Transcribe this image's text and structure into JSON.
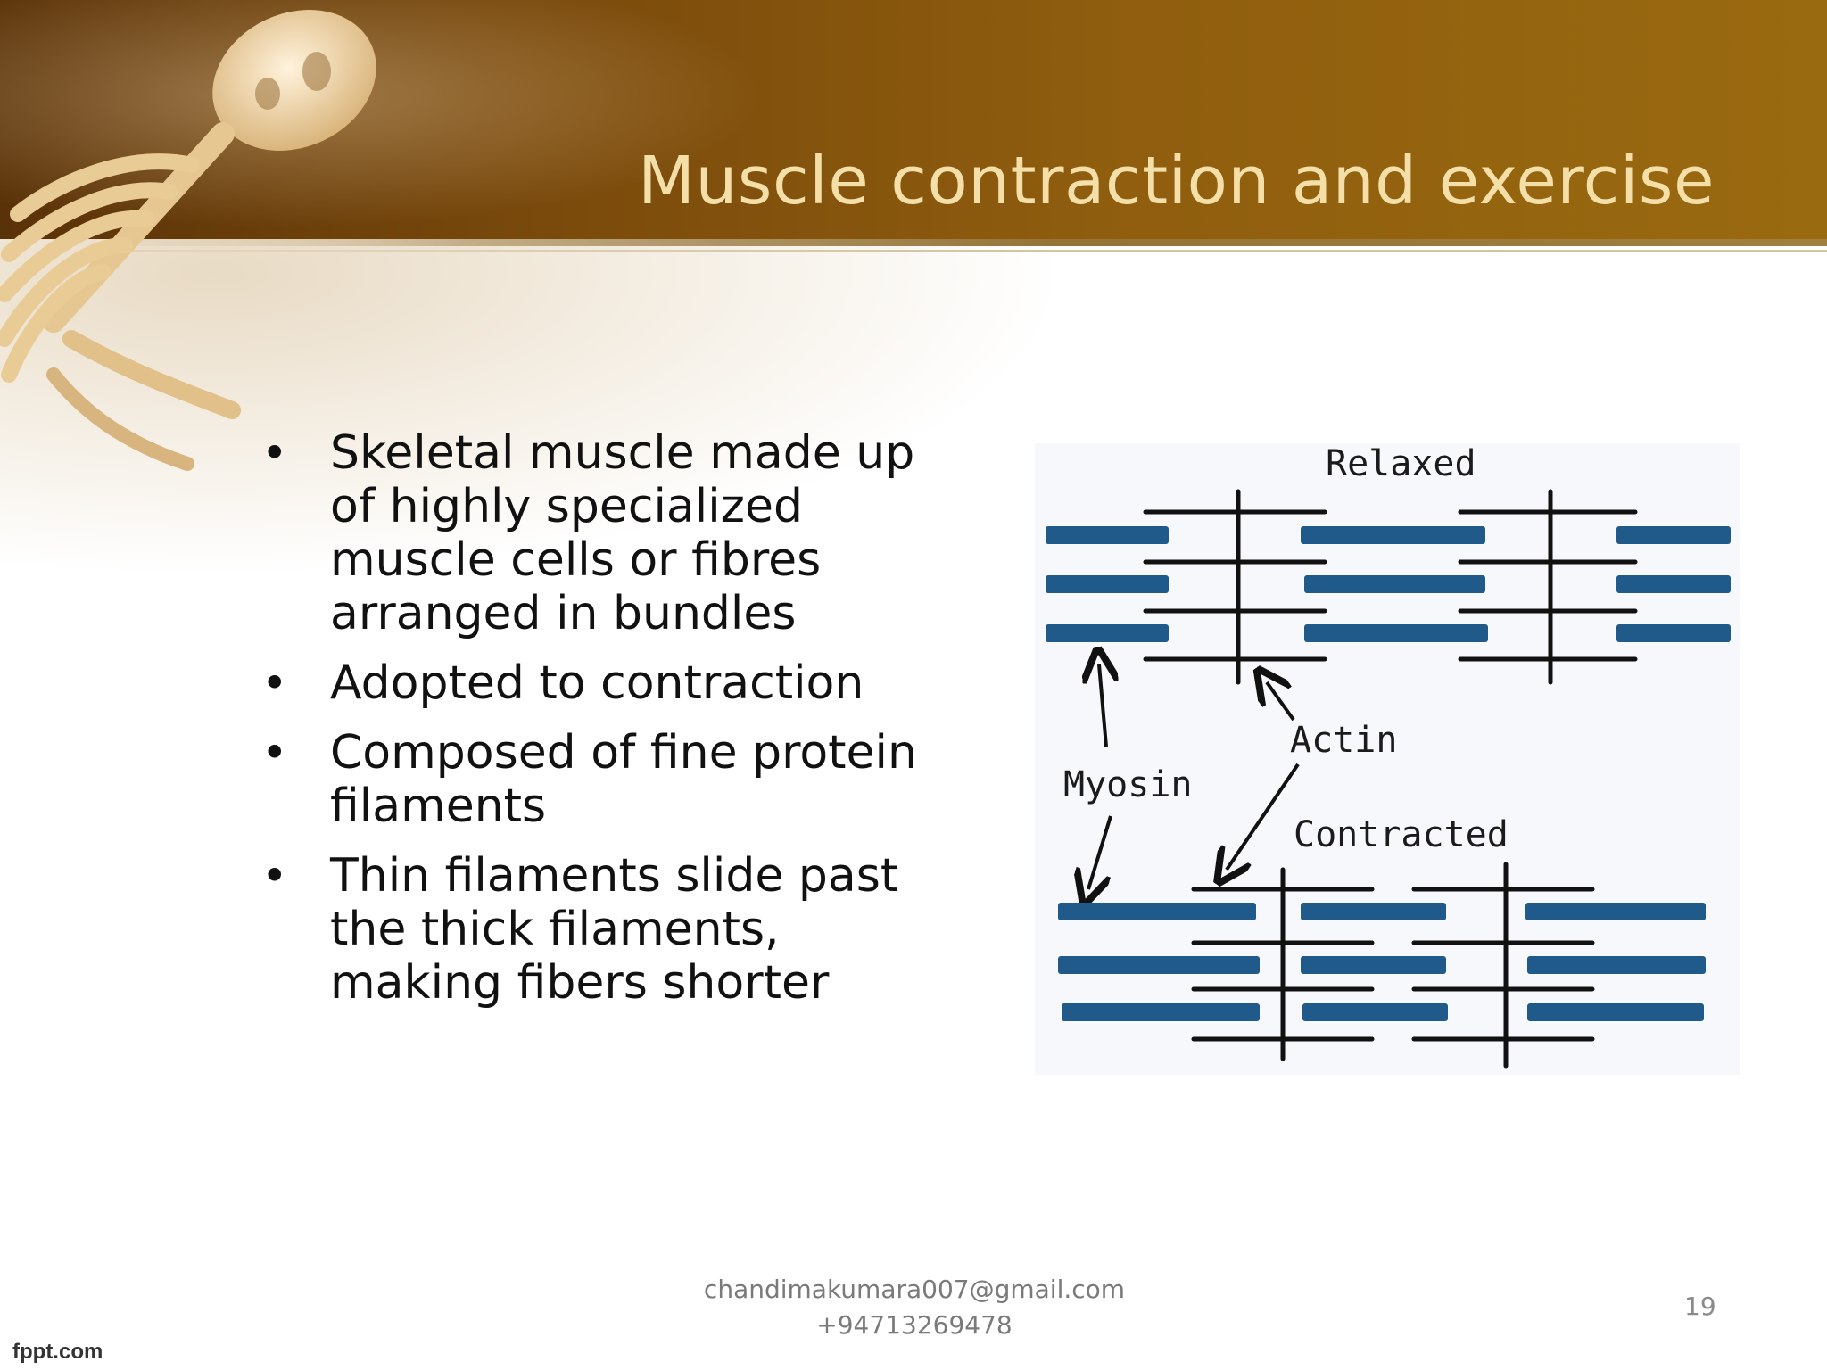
{
  "slide": {
    "title": "Muscle contraction and exercise",
    "bullets": [
      {
        "lines": [
          "Skeletal muscle made up",
          "of highly specialized",
          "muscle cells or fibres",
          "arranged in bundles"
        ]
      },
      {
        "lines": [
          "Adopted to contraction"
        ]
      },
      {
        "lines": [
          "Composed of fine protein",
          "filaments"
        ]
      },
      {
        "lines": [
          "Thin filaments slide past",
          "the thick filaments,",
          "making fibers shorter"
        ]
      }
    ],
    "bullet_symbol": "•"
  },
  "figure": {
    "label_relaxed": "Relaxed",
    "label_actin": "Actin",
    "label_myosin": "Myosin",
    "label_contracted": "Contracted",
    "colors": {
      "myosin": "#1f5a8a",
      "actin": "#111111"
    }
  },
  "footer": {
    "email": "chandimakumara007@gmail.com",
    "phone": "+94713269478",
    "page_number": "19",
    "brand": "fppt.com"
  }
}
